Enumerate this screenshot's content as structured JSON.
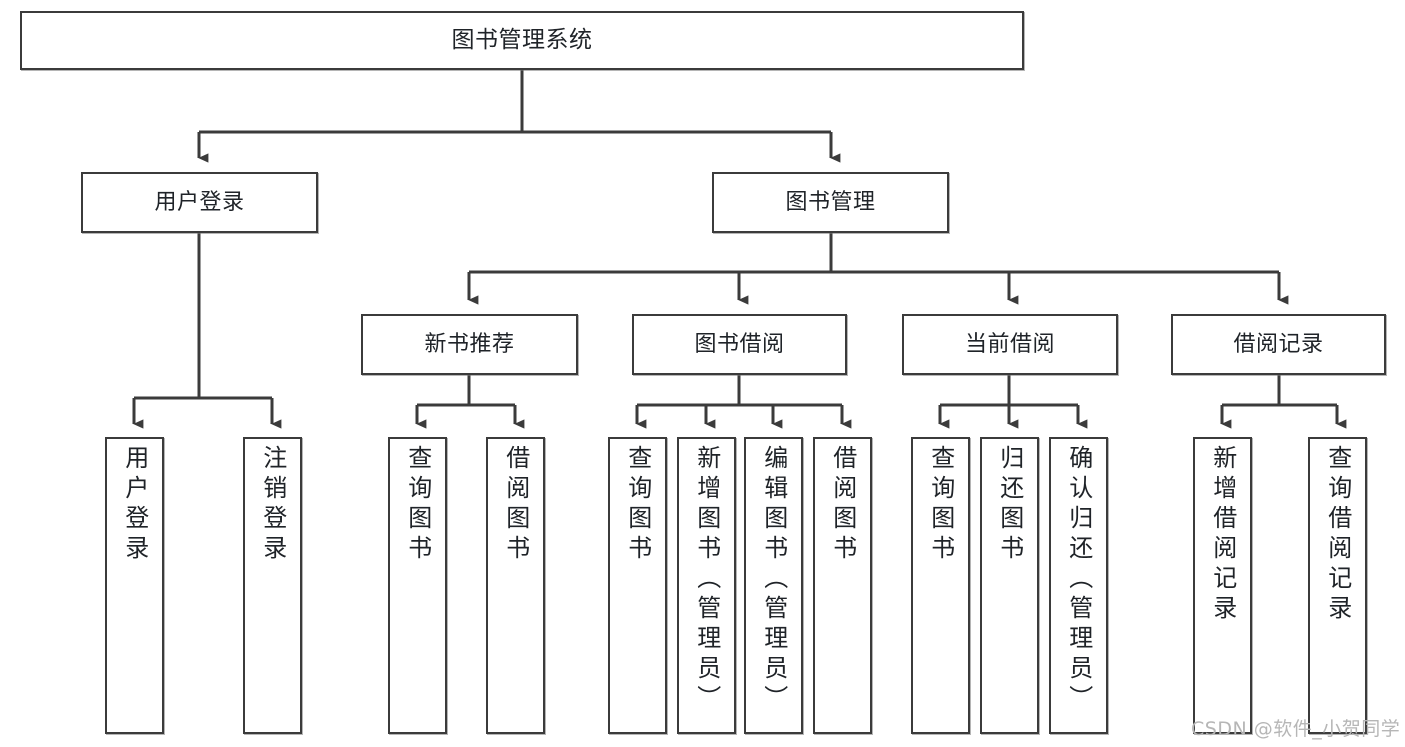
{
  "diagram": {
    "type": "tree-hierarchy",
    "title": "图书管理系统",
    "orientation": "top-down",
    "colors": {
      "node_border": "#3b3b3b",
      "node_fill": "#ffffff",
      "edge": "#3b3b3b",
      "text": "#1f2328",
      "watermark": "#b6b6b6",
      "background": "#ffffff"
    },
    "watermark": "CSDN @软件_小贺同学",
    "nodes": {
      "root": {
        "label": "图书管理系统",
        "level": 1
      },
      "l2": [
        {
          "id": "user-login",
          "label": "用户登录",
          "level": 2
        },
        {
          "id": "book-manage",
          "label": "图书管理",
          "level": 2
        }
      ],
      "l3": [
        {
          "id": "new-book-rec",
          "label": "新书推荐",
          "level": 3,
          "parent": "book-manage"
        },
        {
          "id": "book-borrow",
          "label": "图书借阅",
          "level": 3,
          "parent": "book-manage"
        },
        {
          "id": "current-borrow",
          "label": "当前借阅",
          "level": 3,
          "parent": "book-manage"
        },
        {
          "id": "borrow-record",
          "label": "借阅记录",
          "level": 3,
          "parent": "book-manage"
        }
      ],
      "leaves": [
        {
          "id": "leaf-user-login",
          "label": "用户登录",
          "parent": "user-login"
        },
        {
          "id": "leaf-user-logout",
          "label": "注销登录",
          "parent": "user-login"
        },
        {
          "id": "leaf-rec-query",
          "label": "查询图书",
          "parent": "new-book-rec"
        },
        {
          "id": "leaf-rec-borrow",
          "label": "借阅图书",
          "parent": "new-book-rec"
        },
        {
          "id": "leaf-borrow-query",
          "label": "查询图书",
          "parent": "book-borrow"
        },
        {
          "id": "leaf-borrow-add",
          "label": "新增图书（管理员）",
          "parent": "book-borrow"
        },
        {
          "id": "leaf-borrow-edit",
          "label": "编辑图书（管理员）",
          "parent": "book-borrow"
        },
        {
          "id": "leaf-borrow-lend",
          "label": "借阅图书",
          "parent": "book-borrow"
        },
        {
          "id": "leaf-cur-query",
          "label": "查询图书",
          "parent": "current-borrow"
        },
        {
          "id": "leaf-cur-return",
          "label": "归还图书",
          "parent": "current-borrow"
        },
        {
          "id": "leaf-cur-confirm",
          "label": "确认归还（管理员）",
          "parent": "current-borrow"
        },
        {
          "id": "leaf-rec-add",
          "label": "新增借阅记录",
          "parent": "borrow-record"
        },
        {
          "id": "leaf-rec-query2",
          "label": "查询借阅记录",
          "parent": "borrow-record"
        }
      ]
    }
  }
}
